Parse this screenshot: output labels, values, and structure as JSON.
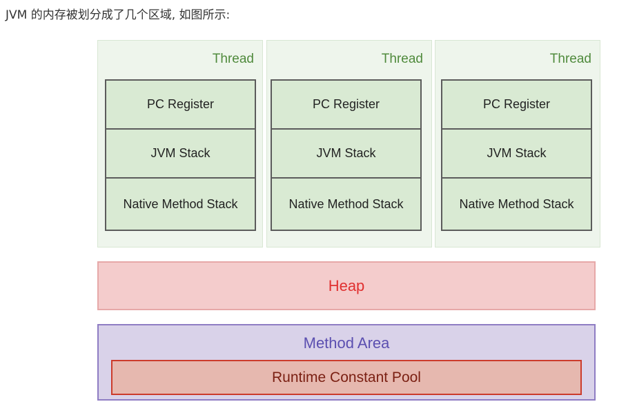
{
  "intro_text": "JVM 的内存被划分成了几个区域, 如图所示:",
  "threads": [
    {
      "label": "Thread",
      "pc_register": "PC Register",
      "jvm_stack": "JVM Stack",
      "native_method_stack": "Native Method Stack"
    },
    {
      "label": "Thread",
      "pc_register": "PC Register",
      "jvm_stack": "JVM Stack",
      "native_method_stack": "Native Method Stack"
    },
    {
      "label": "Thread",
      "pc_register": "PC Register",
      "jvm_stack": "JVM Stack",
      "native_method_stack": "Native Method Stack"
    }
  ],
  "heap": {
    "label": "Heap"
  },
  "method_area": {
    "label": "Method Area",
    "runtime_constant_pool": "Runtime Constant Pool"
  },
  "colors": {
    "thread_bg": "#eef5ec",
    "thread_label": "#4f8a3c",
    "stack_bg": "#d9ead3",
    "heap_bg": "#f4cccc",
    "heap_text": "#e03030",
    "method_area_bg": "#d9d2e9",
    "method_area_text": "#5b4fb0",
    "rcp_bg": "#e6b8af",
    "rcp_border": "#cc3b2b"
  }
}
